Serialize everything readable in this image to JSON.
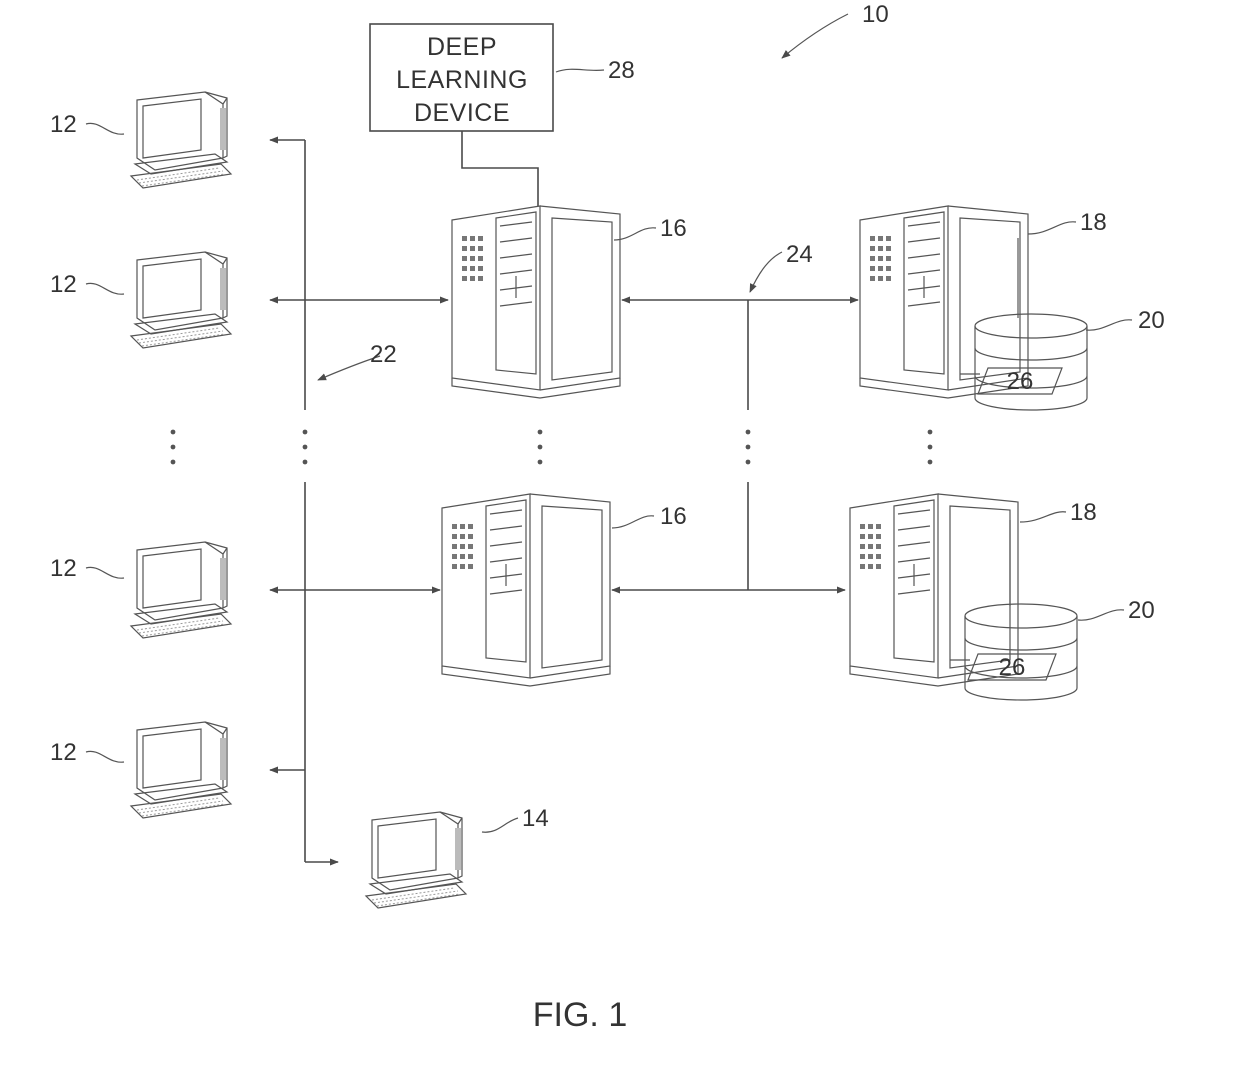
{
  "figure": {
    "caption": "FIG. 1",
    "system_ref": "10"
  },
  "deep_learning_device": {
    "lines": [
      "DEEP",
      "LEARNING",
      "DEVICE"
    ],
    "ref": "28"
  },
  "refs": {
    "client": "12",
    "admin_client": "14",
    "app_server": "16",
    "data_server": "18",
    "database": "20",
    "network_a": "22",
    "network_b": "24",
    "data_record": "26"
  }
}
